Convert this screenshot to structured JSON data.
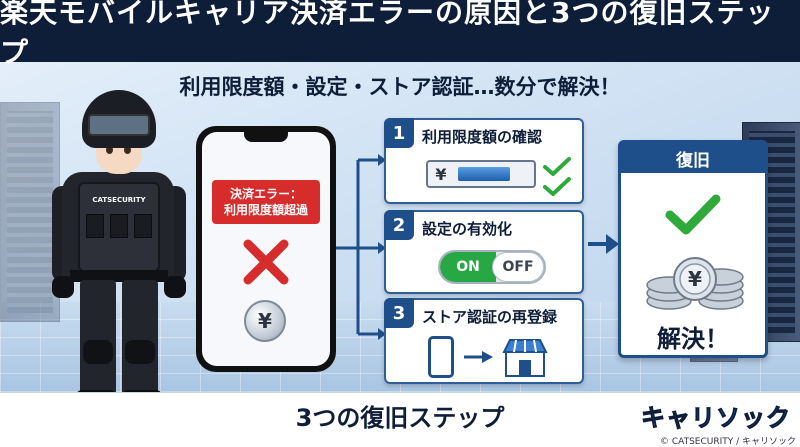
{
  "header": {
    "title": "楽天モバイルキャリア決済エラーの原因と3つの復旧ステップ",
    "subtitle": "利用限度額・設定・ストア認証…数分で解決！"
  },
  "character": {
    "badge_text": "CATSECURITY"
  },
  "phone": {
    "error_line1": "決済エラー：",
    "error_line2": "利用限度額超過",
    "coin_symbol": "¥"
  },
  "steps": [
    {
      "number": "1",
      "title": "利用限度額の確認",
      "yen_symbol": "¥",
      "limit_level": 0.7
    },
    {
      "number": "2",
      "title": "設定の有効化",
      "toggle_on": "ON",
      "toggle_off": "OFF"
    },
    {
      "number": "3",
      "title": "ストア認証の再登録"
    }
  ],
  "recovery": {
    "heading": "復旧",
    "result": "解決！",
    "coin_symbol": "¥"
  },
  "footer": {
    "title": "3つの復旧ステップ",
    "logo": "キャリソック",
    "credit": "© CATSECURITY / キャリソック"
  },
  "colors": {
    "navy": "#0e1d38",
    "accent_blue": "#1f4f8a",
    "error_red": "#d62c2c",
    "success_green": "#2faa3a"
  }
}
